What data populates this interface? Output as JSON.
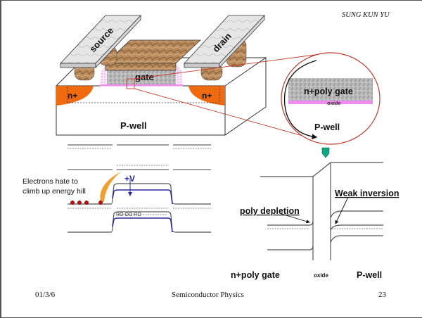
{
  "slide": {
    "author": "SUNG KUN YU",
    "footer": {
      "date": "01/3/6",
      "title": "Semiconductor Physics",
      "page": "23"
    }
  },
  "device": {
    "source_label": "source",
    "drain_label": "drain",
    "gate_label": "gate",
    "n_plus_left": "n+",
    "n_plus_right": "n+",
    "pwell_label": "P-well"
  },
  "zoom_inset": {
    "gate_label": "n+poly gate",
    "oxide_label": "oxide",
    "pwell_label": "P-well"
  },
  "band_left": {
    "caption_line1": "Electrons hate to",
    "caption_line2": "climb up energy hill",
    "voltage_label": "+V"
  },
  "band_right": {
    "poly_depletion": "poly depletion",
    "weak_inversion": "Weak inversion",
    "gate_region": "n+poly gate",
    "oxide_region": "oxide",
    "pwell_region": "P-well"
  },
  "colors": {
    "n_plus": "#f06a10",
    "oxide": "#f08cf0",
    "inset_circle": "#c0392b",
    "band_blue": "#2a2aa0",
    "arrow_teal": "#10a880",
    "electron": "#c01010",
    "hop_arrow": "#f0a030"
  }
}
